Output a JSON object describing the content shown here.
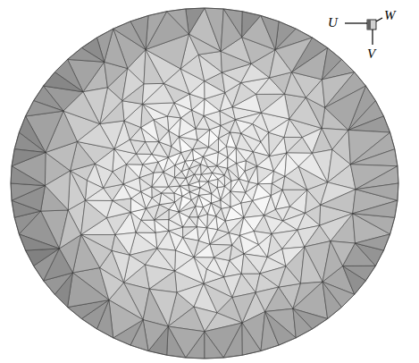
{
  "diagram": {
    "labels": [
      "U",
      "W",
      "V"
    ]
  }
}
